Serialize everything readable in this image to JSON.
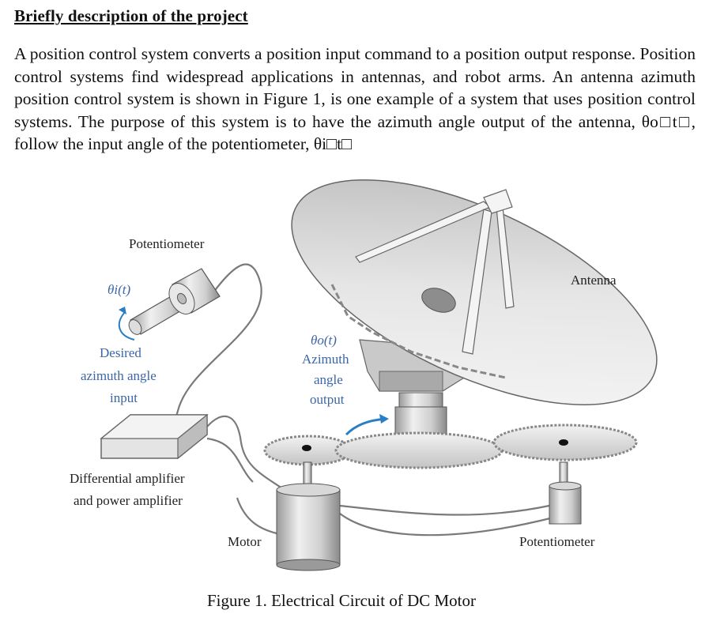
{
  "heading": "Briefly description of the project",
  "paragraph": "A position control system converts a position input command to a position output response. Position control systems find widespread applications in antennas, and robot arms. An antenna azimuth position control system is shown in Figure 1, is one example of a system that uses position control systems. The purpose of this system is to have the azimuth angle output of the antenna, θo□t□, follow the input angle of the potentiometer, θi□t□",
  "figure": {
    "labels": {
      "potentiometer_top": "Potentiometer",
      "theta_i": "θi(t)",
      "desired_1": "Desired",
      "desired_2": "azimuth angle",
      "desired_3": "input",
      "theta_o": "θo(t)",
      "azimuth_1": "Azimuth",
      "azimuth_2": "angle",
      "azimuth_3": "output",
      "antenna": "Antenna",
      "amplifier_1": "Differential amplifier",
      "amplifier_2": "and power amplifier",
      "motor": "Motor",
      "potentiometer_bottom": "Potentiometer"
    },
    "colors": {
      "accent_blue": "#3a66a8",
      "arrow_blue": "#2a7fc4"
    }
  },
  "caption": "Figure 1. Electrical Circuit of DC Motor"
}
